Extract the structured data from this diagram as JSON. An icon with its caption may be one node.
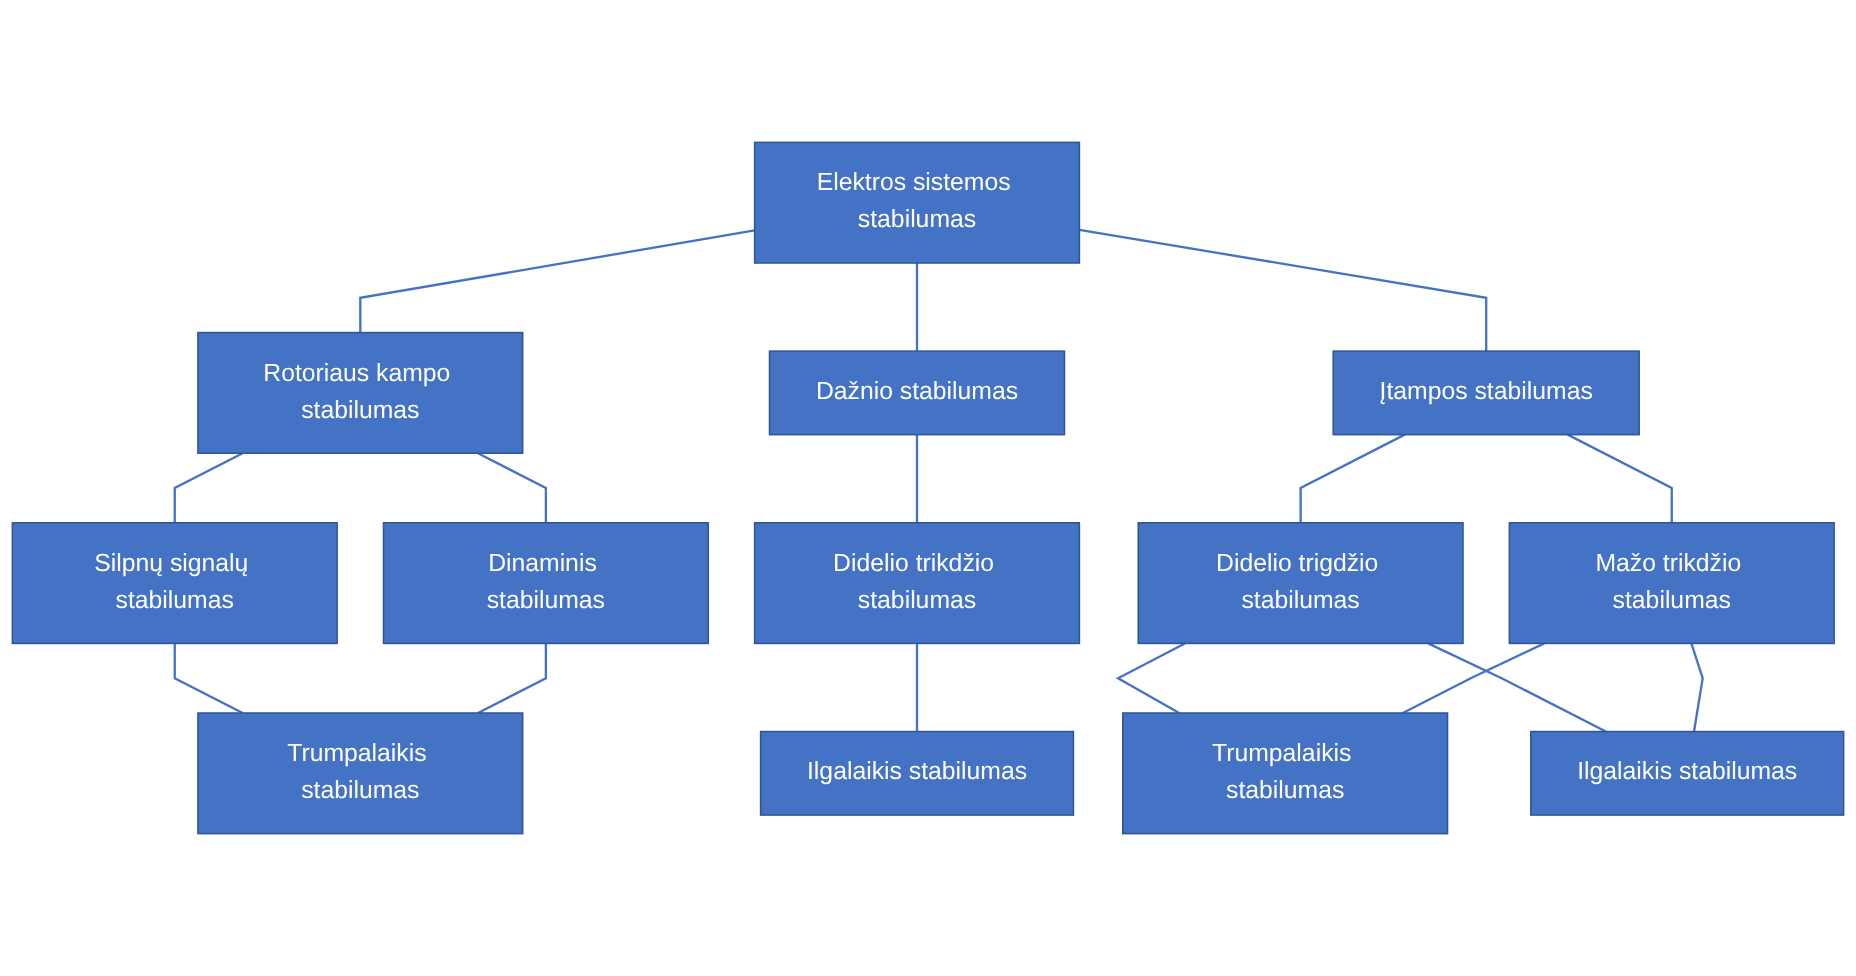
{
  "diagram": {
    "nodes": [
      {
        "text": [
          "Elektros sistemos stabilumas"
        ]
      },
      {
        "text": [
          "Rotoriaus kampo stabilumas"
        ]
      },
      {
        "text": [
          "Dažnio stabilumas"
        ]
      },
      {
        "text": [
          "Įtampos stabilumas"
        ]
      },
      {
        "text": [
          "Silpnų signalų stabilumas"
        ]
      },
      {
        "text": [
          "Dinaminis stabilumas"
        ]
      },
      {
        "text": [
          "Didelio trikdžio stabilumas"
        ]
      },
      {
        "text": [
          "Didelio trigdžio stabilumas"
        ]
      },
      {
        "text": [
          "Mažo trikdžio stabilumas"
        ]
      },
      {
        "text": [
          "Trumpalaikis stabilumas"
        ]
      },
      {
        "text": [
          "Ilgalaikis stabilumas"
        ]
      },
      {
        "text": [
          "Trumpalaikis stabilumas"
        ]
      },
      {
        "text": [
          "Ilgalaikis stabilumas"
        ]
      }
    ],
    "edges": [
      {
        "from": 0,
        "to": 1,
        "arrow": "none"
      },
      {
        "from": 0,
        "to": 2,
        "arrow": "none"
      },
      {
        "from": 0,
        "to": 3,
        "arrow": "none"
      },
      {
        "from": 1,
        "to": 4,
        "arrow": "none"
      },
      {
        "from": 1,
        "to": 5,
        "arrow": "none"
      },
      {
        "from": 2,
        "to": 6,
        "arrow": "none"
      },
      {
        "from": 3,
        "to": 7,
        "arrow": "none"
      },
      {
        "from": 3,
        "to": 8,
        "arrow": "none"
      },
      {
        "from": 4,
        "to": 9,
        "arrow": "none"
      },
      {
        "from": 5,
        "to": 9,
        "arrow": "none"
      },
      {
        "from": 6,
        "to": 10,
        "arrow": "none"
      },
      {
        "from": 7,
        "to": 11,
        "arrow": "none"
      },
      {
        "from": 7,
        "to": 12,
        "arrow": "none"
      },
      {
        "from": 8,
        "to": 11,
        "arrow": "none"
      },
      {
        "from": 8,
        "to": 12,
        "arrow": "none"
      }
    ]
  }
}
